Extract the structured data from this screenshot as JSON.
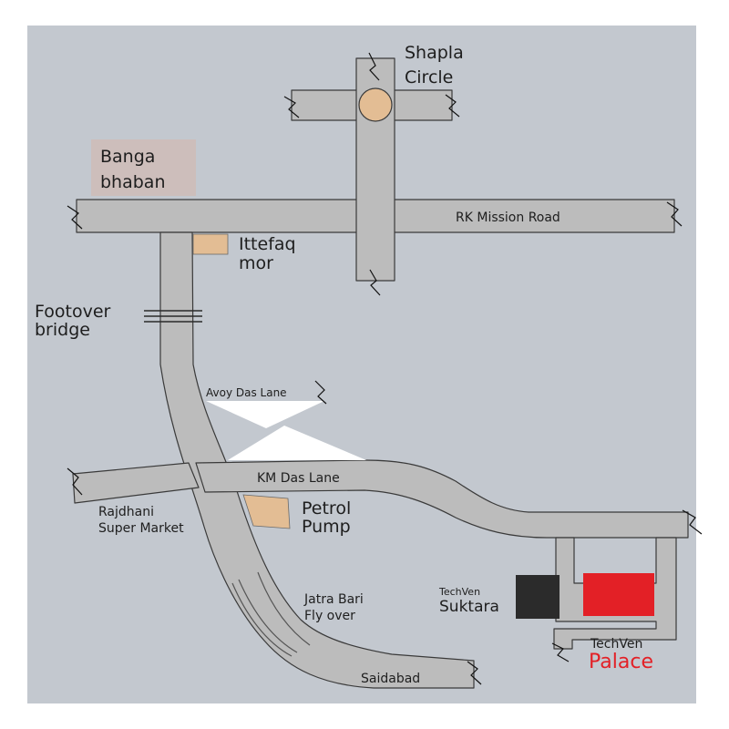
{
  "map": {
    "landmarks": {
      "shapla_circle": {
        "line1": "Shapla",
        "line2": "Circle"
      },
      "banga_bhaban": {
        "line1": "Banga",
        "line2": "bhaban"
      },
      "ittefaq_mor": {
        "line1": "Ittefaq",
        "line2": "mor"
      },
      "footover_bridge": {
        "line1": "Footover",
        "line2": "bridge"
      },
      "rajdhani_super_market": {
        "line1": "Rajdhani",
        "line2": "Super Market"
      },
      "petrol_pump": {
        "line1": "Petrol",
        "line2": "Pump"
      },
      "jatra_bari_fly_over": {
        "line1": "Jatra Bari",
        "line2": "Fly over"
      },
      "saidabad": {
        "line1": "Saidabad"
      },
      "techven_suktara": {
        "line1": "TechVen",
        "line2": "Suktara"
      },
      "techven_palace": {
        "line1": "TechVen",
        "line2": "Palace"
      }
    },
    "roads": {
      "rk_mission_road": "RK Mission Road",
      "avoy_das_lane": "Avoy Das Lane",
      "km_das_lane": "KM Das Lane"
    },
    "colors": {
      "background": "#c3c8cf",
      "road": "#bcbcbc",
      "road_outline": "#3a3a3a",
      "landmark_tan": "#e3bd94",
      "banga_bhaban_box": "#cdbebb",
      "suktara_building": "#2b2b2b",
      "palace_building": "#e32026",
      "palace_text": "#e32026",
      "triangle_white": "#ffffff"
    }
  }
}
